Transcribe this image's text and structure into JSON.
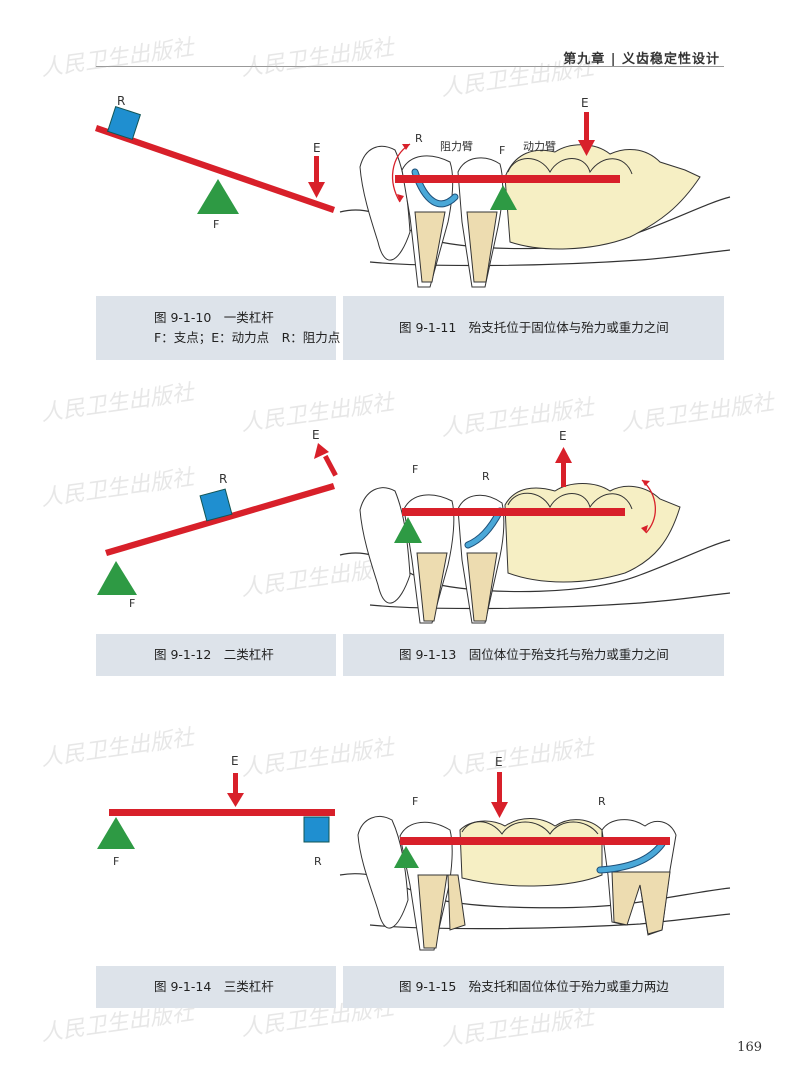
{
  "header": {
    "chapter_title": "第九章 | 义齿稳定性设计"
  },
  "watermark_text": "人民卫生出版社",
  "colors": {
    "lever": "#d8202a",
    "fulcrum": "#2e9a44",
    "resistance": "#1f8fd0",
    "force_arrow": "#d8202a",
    "clasp": "#4aa8d8",
    "tooth_root": "#eddcb0",
    "denture_base": "#f6efc4",
    "caption_bg": "#dde3ea"
  },
  "figures": [
    {
      "id": "9-1-10",
      "labels": {
        "r": "R",
        "e": "E",
        "f": "F"
      },
      "caption_lines": [
        "图 9-1-10　一类杠杆",
        "F：支点；E：动力点　R：阻力点"
      ]
    },
    {
      "id": "9-1-11",
      "labels": {
        "r": "R",
        "e": "E",
        "f": "F",
        "resist_arm": "阻力臂",
        "power_arm": "动力臂"
      },
      "caption_lines": [
        "图 9-1-11　殆支托位于固位体与殆力或重力之间"
      ]
    },
    {
      "id": "9-1-12",
      "labels": {
        "r": "R",
        "e": "E",
        "f": "F"
      },
      "caption_lines": [
        "图 9-1-12　二类杠杆"
      ]
    },
    {
      "id": "9-1-13",
      "labels": {
        "r": "R",
        "e": "E",
        "f": "F"
      },
      "caption_lines": [
        "图 9-1-13　固位体位于殆支托与殆力或重力之间"
      ]
    },
    {
      "id": "9-1-14",
      "labels": {
        "r": "R",
        "e": "E",
        "f": "F"
      },
      "caption_lines": [
        "图 9-1-14　三类杠杆"
      ]
    },
    {
      "id": "9-1-15",
      "labels": {
        "r": "R",
        "e": "E",
        "f": "F"
      },
      "caption_lines": [
        "图 9-1-15　殆支托和固位体位于殆力或重力两边"
      ]
    }
  ],
  "page_number": "169"
}
